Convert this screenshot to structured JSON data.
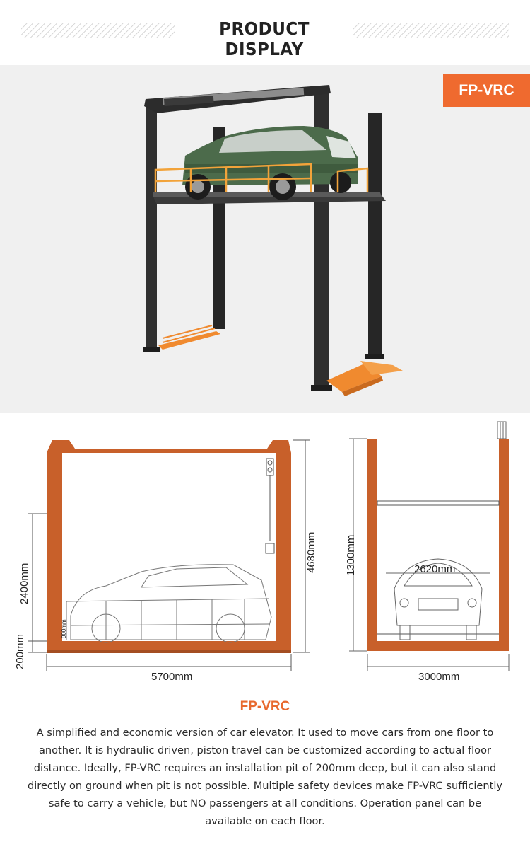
{
  "header": {
    "title": "PRODUCT DISPLAY"
  },
  "photo": {
    "badge": "FP-VRC"
  },
  "diagram_front": {
    "width_label": "5700mm",
    "height_total_label": "4680mm",
    "height_lower_label": "2400mm",
    "pit_label": "200mm",
    "guard_label": "900mm"
  },
  "diagram_side": {
    "width_label": "3000mm",
    "height_label": "1300mm",
    "car_width_label": "2620mm"
  },
  "product": {
    "name": "FP-VRC",
    "description": "A simplified and economic version of car elevator. It used to move cars from one floor to another. It is hydraulic driven, piston travel can be customized according to actual floor distance. Ideally, FP-VRC requires an installation pit of 200mm deep, but it can also stand directly on ground when pit is not possible. Multiple safety devices make FP-VRC sufficiently safe to carry a vehicle, but NO passengers at all conditions. Operation panel can be available on each floor."
  },
  "colors": {
    "accent": "#ef6a2f",
    "frame_orange": "#c8602a",
    "dark_steel": "#2b2b2b"
  }
}
